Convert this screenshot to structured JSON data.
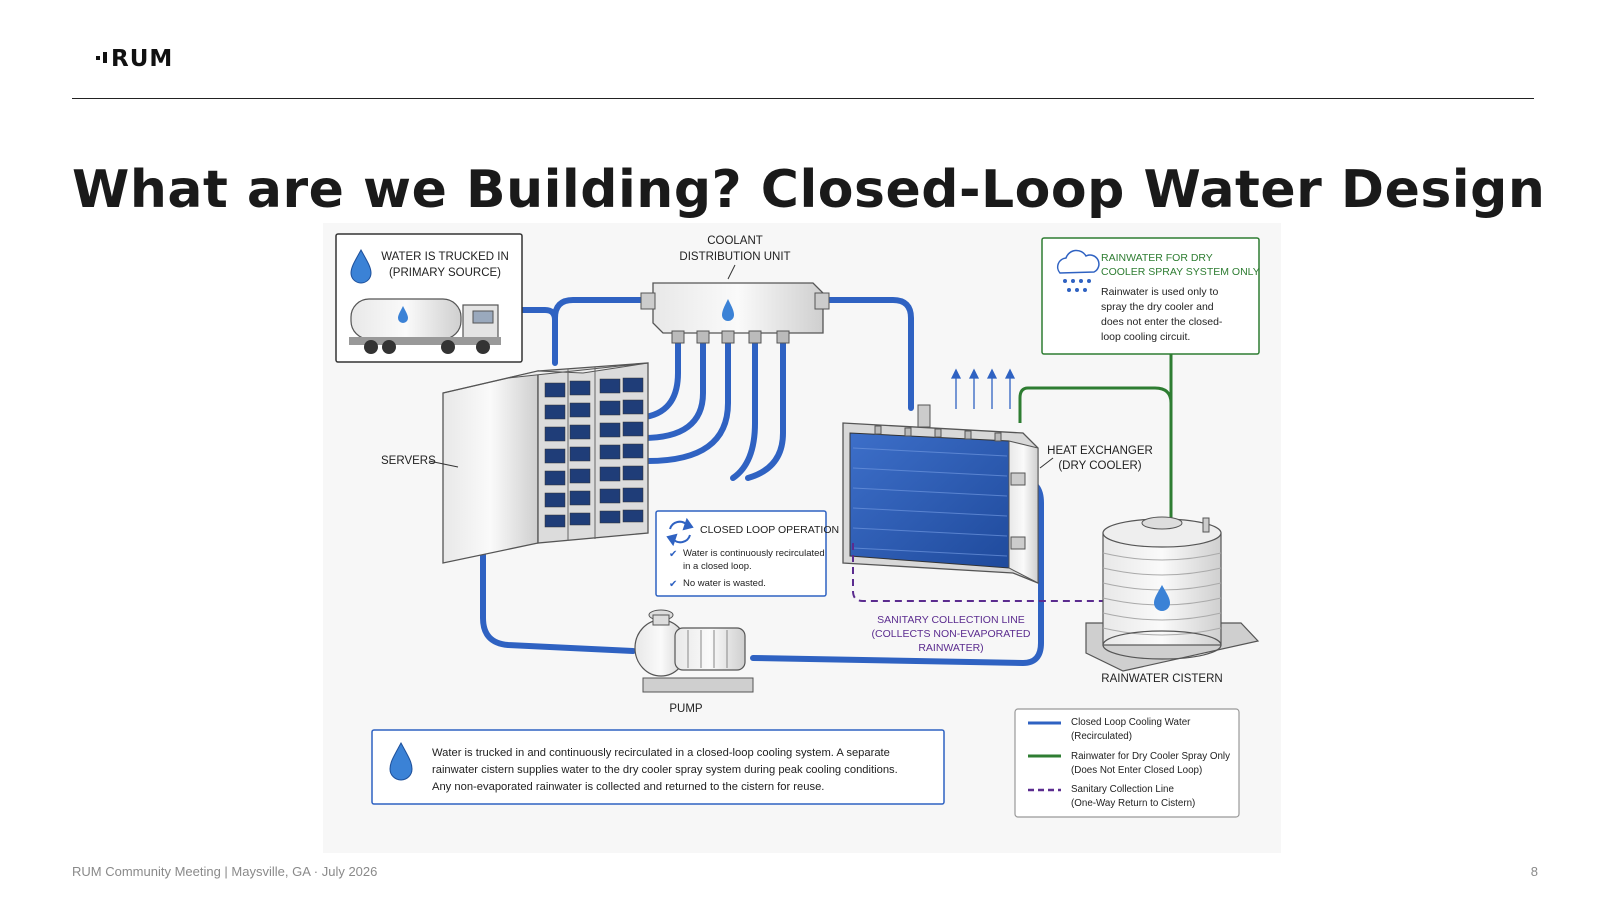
{
  "header": {
    "logo_text": "RUM",
    "title": "What are we Building? Closed-Loop Water Design"
  },
  "diagram": {
    "truck_callout": {
      "line1": "WATER IS TRUCKED IN",
      "line2": "(PRIMARY SOURCE)"
    },
    "cdu_label": {
      "line1": "COOLANT",
      "line2": "DISTRIBUTION UNIT"
    },
    "rain_callout": {
      "title1": "RAINWATER FOR DRY",
      "title2": "COOLER SPRAY SYSTEM ONLY",
      "body1": "Rainwater is used only to",
      "body2": "spray the dry cooler and",
      "body3": "does not enter the closed-",
      "body4": "loop cooling circuit."
    },
    "servers_label": "SERVERS",
    "hx_label": {
      "line1": "HEAT EXCHANGER",
      "line2": "(DRY COOLER)"
    },
    "closed_loop": {
      "title": "CLOSED LOOP OPERATION",
      "item1a": "Water is continuously recirculated",
      "item1b": "in a closed loop.",
      "item2": "No water is wasted."
    },
    "sanitary_label": {
      "line1": "SANITARY COLLECTION LINE",
      "line2": "(COLLECTS NON-EVAPORATED",
      "line3": "RAINWATER)"
    },
    "cistern_label": "RAINWATER CISTERN",
    "pump_label": "PUMP",
    "summary": {
      "line1": "Water is trucked in and continuously recirculated in a closed-loop cooling system. A separate",
      "line2": "rainwater cistern supplies water to the dry cooler spray system during peak cooling conditions.",
      "line3": "Any non-evaporated rainwater is collected and returned to the cistern for reuse."
    },
    "legend": [
      {
        "line1": "Closed Loop Cooling Water",
        "line2": "(Recirculated)",
        "color": "#2f62c2",
        "style": "solid"
      },
      {
        "line1": "Rainwater for Dry Cooler Spray Only",
        "line2": "(Does Not Enter Closed Loop)",
        "color": "#2e7d32",
        "style": "solid"
      },
      {
        "line1": "Sanitary Collection Line",
        "line2": "(One-Way Return to Cistern)",
        "color": "#5b2c8f",
        "style": "dashed"
      }
    ]
  },
  "footer": {
    "text": "RUM Community Meeting  |  Maysville, GA  ·  July 2026",
    "page": "8"
  },
  "colors": {
    "pipe_blue": "#2f62c2",
    "rain_green": "#2e7d32",
    "sanitary_purple": "#5b2c8f",
    "water_drop": "#3b82d6"
  }
}
